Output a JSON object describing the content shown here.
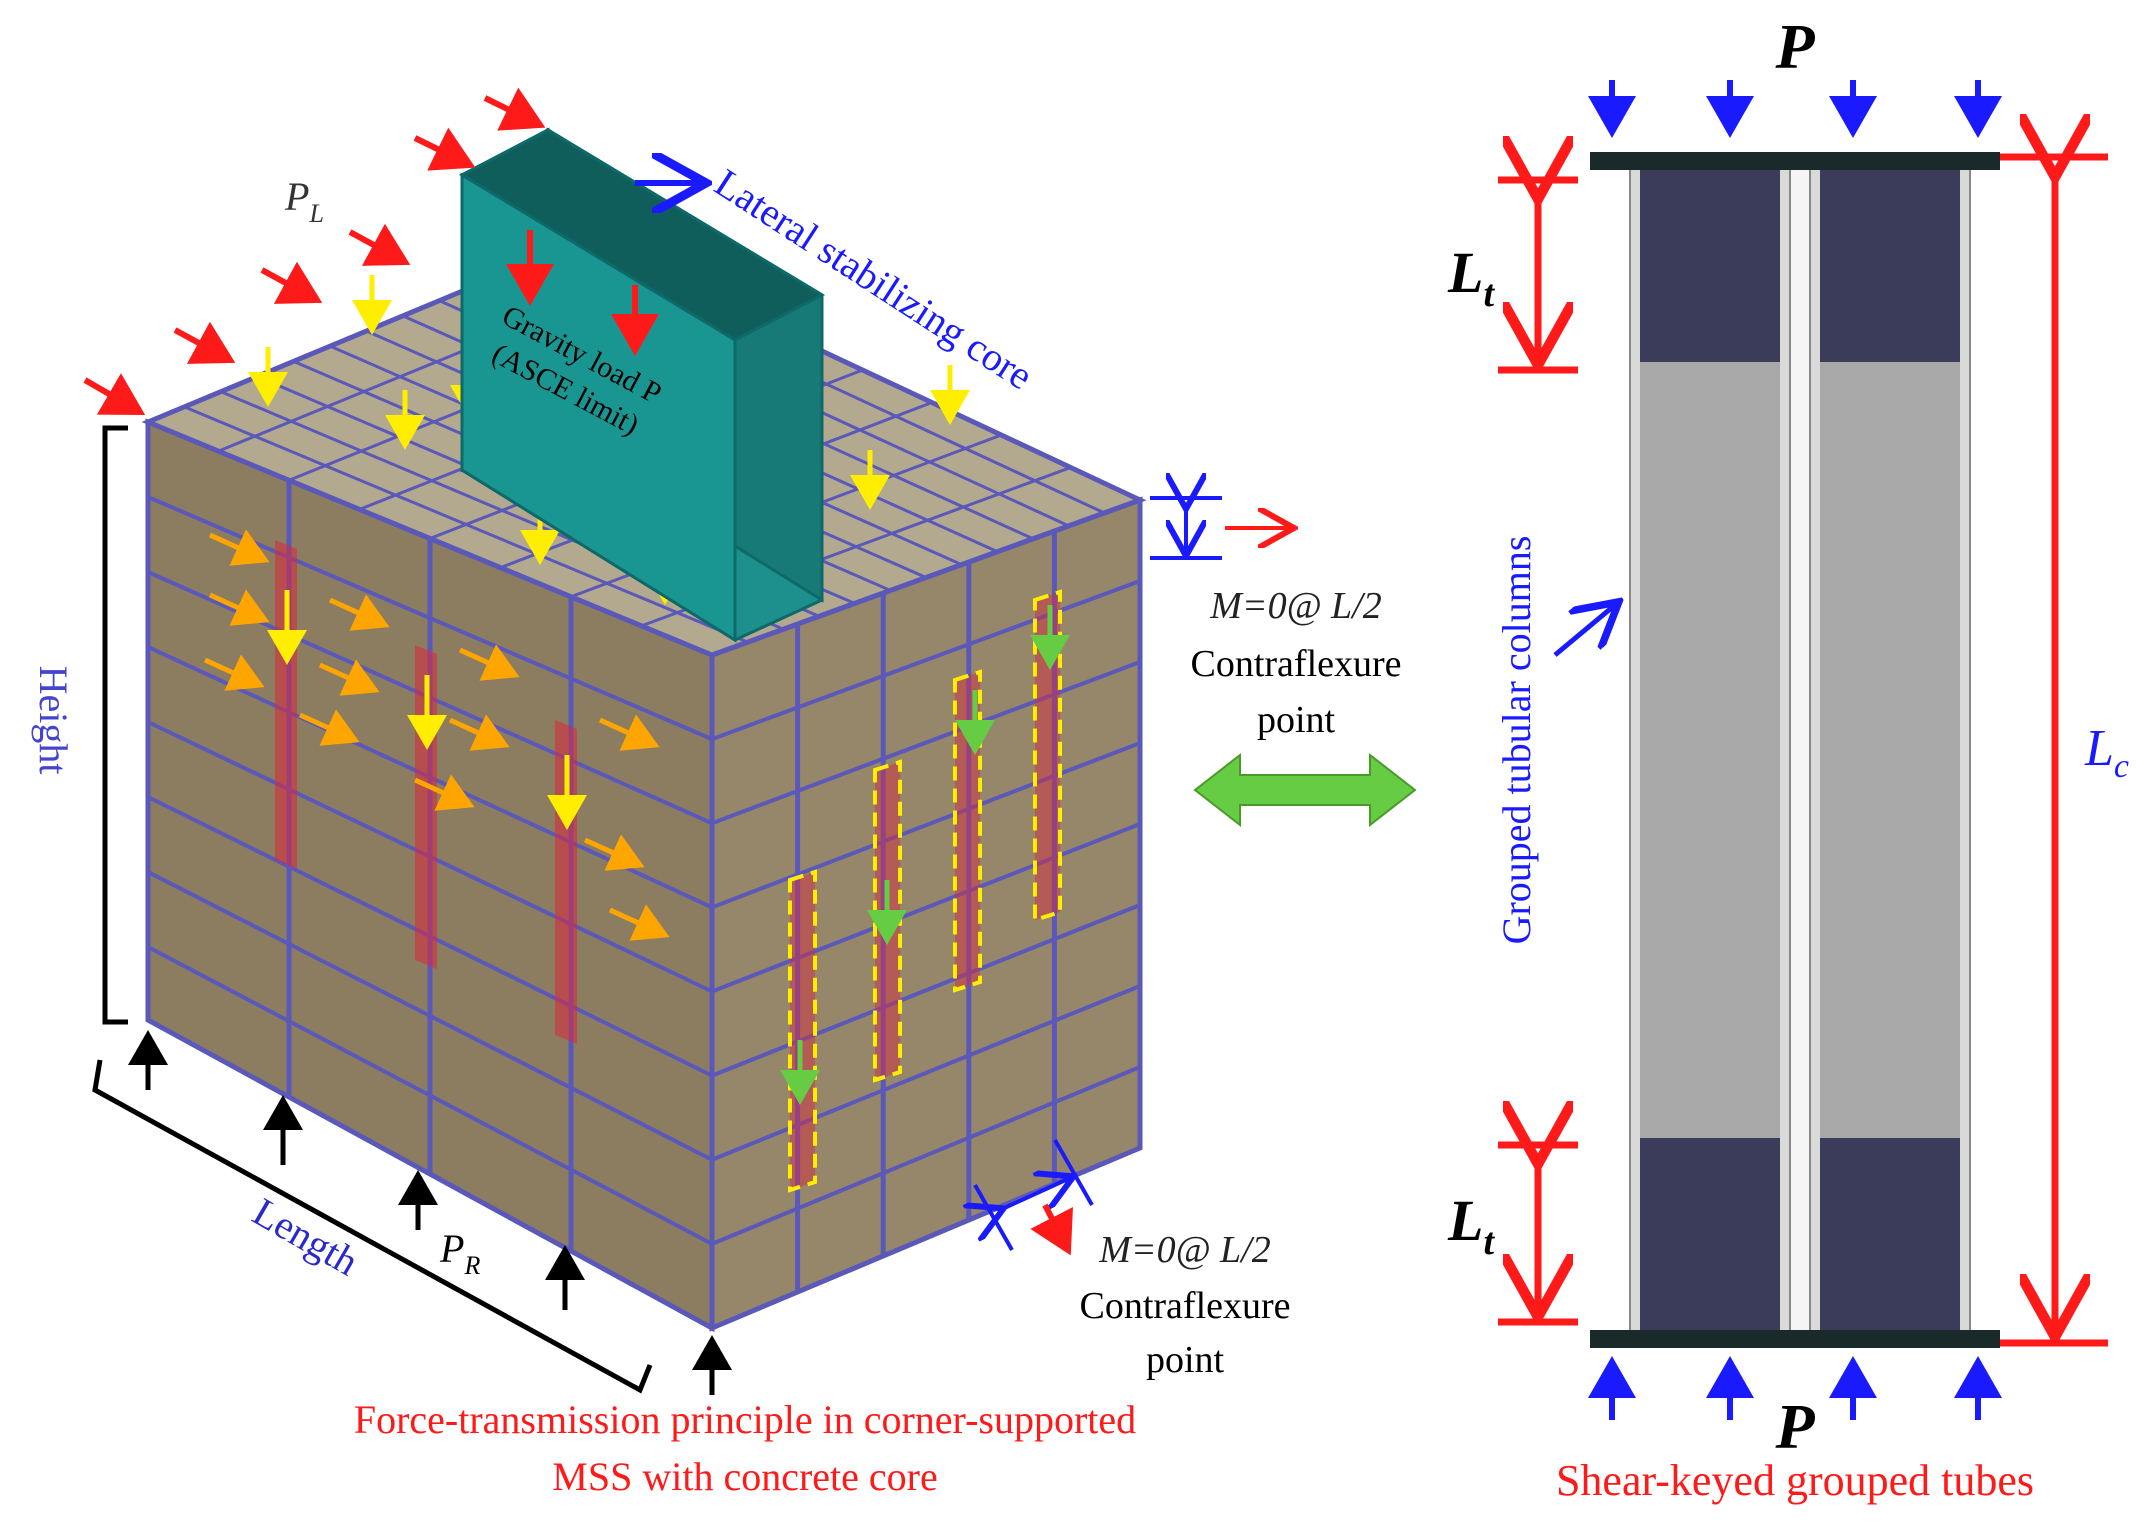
{
  "left_figure": {
    "load_PL": "P",
    "load_PL_sub": "L",
    "load_PR": "P",
    "load_PR_sub": "R",
    "core_label": "Lateral stabilizing core",
    "gravity_line1": "Gravity load P",
    "gravity_line2": "(ASCE limit)",
    "height_label": "Height",
    "length_label": "Length",
    "contra_top_line1": "M=0@ L/2",
    "contra_top_line2": "Contraflexure",
    "contra_top_line3": "point",
    "contra_bottom_line1": "M=0@ L/2",
    "contra_bottom_line2": "Contraflexure",
    "contra_bottom_line3": "point",
    "caption_line1": "Force-transmission principle in corner-supported",
    "caption_line2": "MSS with concrete core"
  },
  "right_figure": {
    "load_top": "P",
    "load_bottom": "P",
    "Lt_top": "L",
    "Lt_top_sub": "t",
    "Lt_bottom": "L",
    "Lt_bottom_sub": "t",
    "Lc": "L",
    "Lc_sub": "c",
    "columns_label": "Grouped tubular columns",
    "caption": "Shear-keyed grouped tubes"
  },
  "colors": {
    "red": "#ff1a1a",
    "blue": "#1a1aff",
    "frame": "#5a58b8",
    "fill": "#8a7a5e",
    "core": "#1fa3a0",
    "yellow": "#ffee00",
    "orange": "#ffa500",
    "green": "#66cc44",
    "tube_dark": "#3b3b5a",
    "tube_light": "#a8a8a8"
  }
}
